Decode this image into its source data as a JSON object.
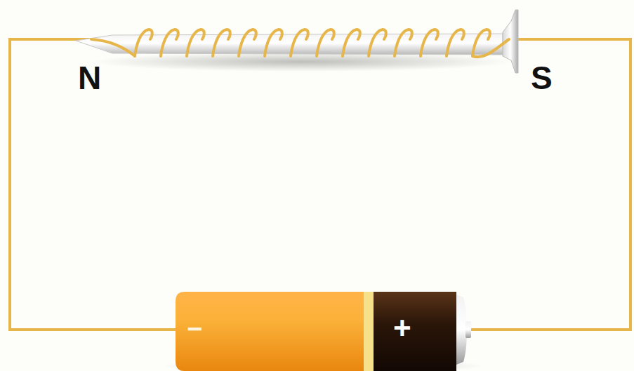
{
  "diagram": {
    "labels": [
      "N",
      "S",
      "−",
      "+"
    ]
  }
}
